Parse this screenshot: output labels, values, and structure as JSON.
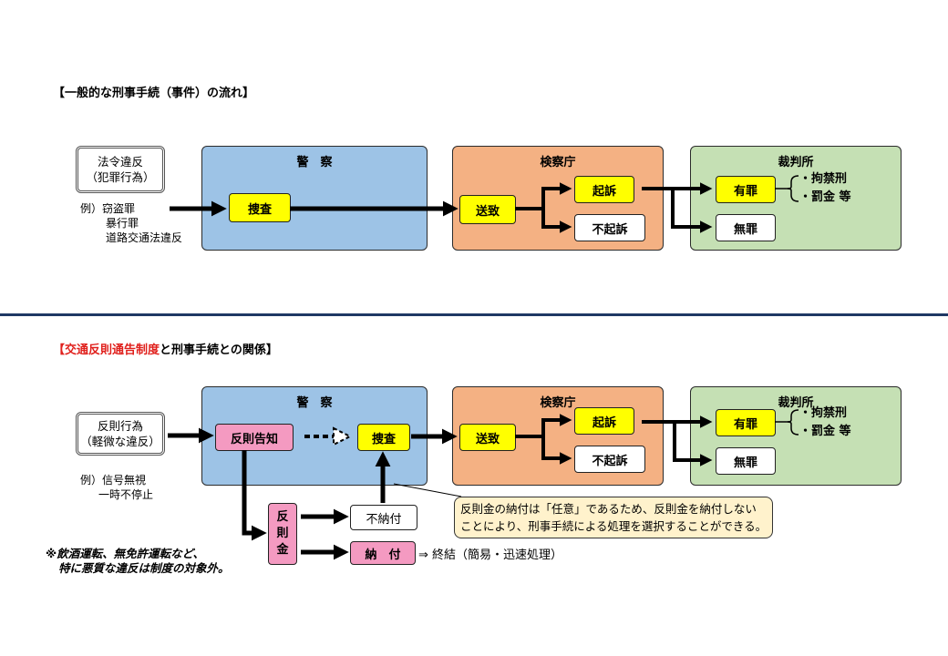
{
  "section1": {
    "title": "【一般的な刑事手続（事件）の流れ】",
    "violation_line1": "法令違反",
    "violation_line2": "（犯罪行為）",
    "examples": [
      "例）窃盗罪",
      "暴行罪",
      "道路交通法違反"
    ],
    "police_title": "警　察",
    "investigation": "捜査",
    "prosecutor_title": "検察庁",
    "referral": "送致",
    "indictment": "起訴",
    "non_indictment": "不起訴",
    "court_title": "裁判所",
    "guilty": "有罪",
    "not_guilty": "無罪",
    "penalty1": "・拘禁刑",
    "penalty2": "・罰金 等"
  },
  "section2": {
    "title_red": "【交通反則通告制度",
    "title_rest": "と刑事手続との関係】",
    "violation_line1": "反則行為",
    "violation_line2": "（軽微な違反）",
    "examples": [
      "例）信号無視",
      "一時不停止"
    ],
    "police_title": "警　察",
    "notice": "反則告知",
    "investigation": "捜査",
    "prosecutor_title": "検察庁",
    "referral": "送致",
    "indictment": "起訴",
    "non_indictment": "不起訴",
    "court_title": "裁判所",
    "guilty": "有罪",
    "not_guilty": "無罪",
    "penalty1": "・拘禁刑",
    "penalty2": "・罰金 等",
    "fine_chars": [
      "反",
      "則",
      "金"
    ],
    "non_payment": "不納付",
    "payment": "納　付",
    "conclusion": "⇒ 終結（簡易・迅速処理）",
    "callout_line1": "反則金の納付は「任意」であるため、反則金を納付しない",
    "callout_line2": "ことにより、刑事手続による処理を選択することができる。",
    "exclusion_line1": "※飲酒運転、無免許運転など、",
    "exclusion_line2": "特に悪質な違反は制度の対象外。"
  },
  "colors": {
    "divider": "#1f3864",
    "police": "#9dc3e6",
    "prosecutor": "#f4b183",
    "court": "#c5e0b4",
    "highlight": "#ffff00",
    "pink": "#f49ac1",
    "callout": "#fff2cc",
    "title_red": "#e0201c"
  }
}
